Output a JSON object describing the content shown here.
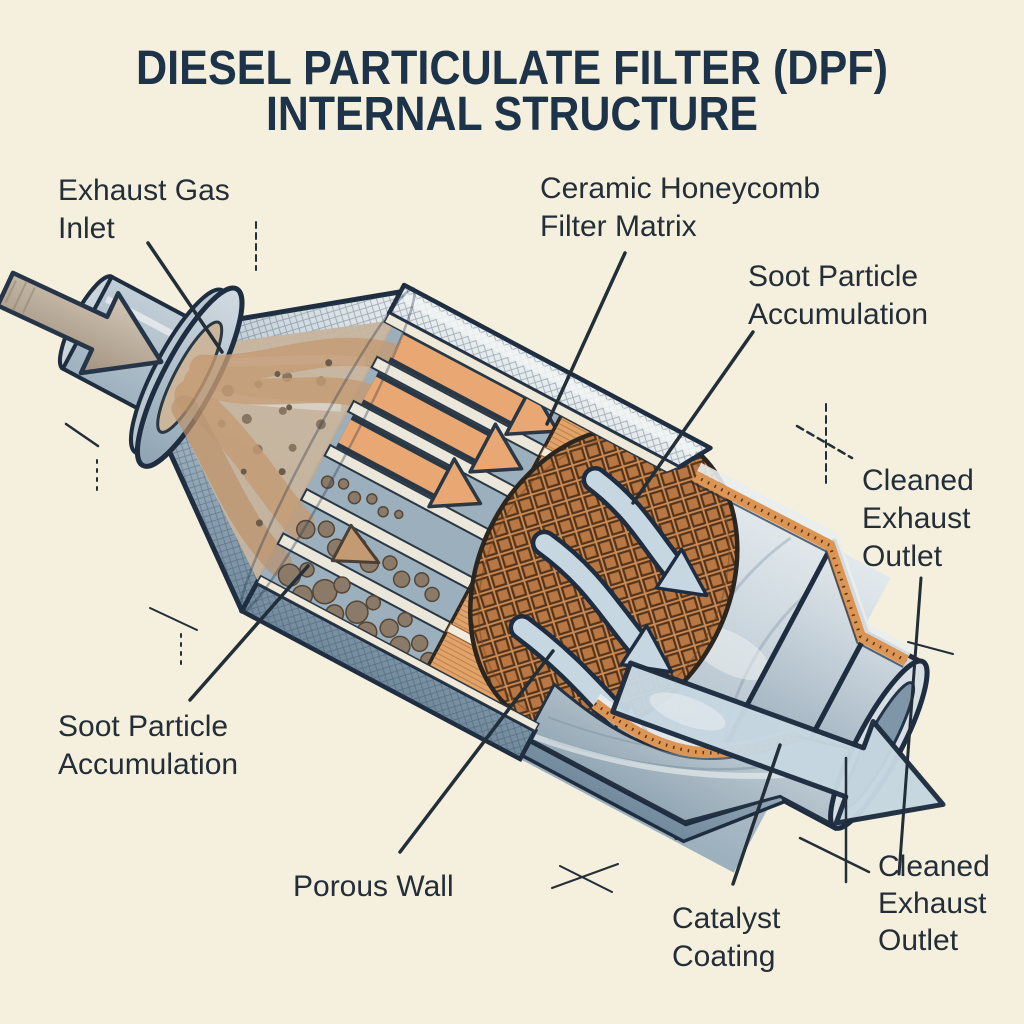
{
  "title": {
    "line1": "DIESEL PARTICULATE FILTER (DPF)",
    "line2": "INTERNAL STRUCTURE"
  },
  "labels": {
    "exhaust_gas_inlet": {
      "line1": "Exhaust Gas",
      "line2": "Inlet"
    },
    "ceramic_honeycomb_filter_matrix": {
      "line1": "Ceramic Honeycomb",
      "line2": "Filter Matrix"
    },
    "soot_particle_accumulation_top": {
      "line1": "Soot Particle",
      "line2": "Accumulation"
    },
    "cleaned_exhaust_outlet_right": {
      "line1": "Cleaned",
      "line2": "Exhaust",
      "line3": "Outlet"
    },
    "soot_particle_accumulation_left": {
      "line1": "Soot Particle",
      "line2": "Accumulation"
    },
    "porous_wall": {
      "line1": "Porous Wall"
    },
    "catalyst_coating": {
      "line1": "Catalyst",
      "line2": "Coating"
    },
    "cleaned_exhaust_outlet_bottom": {
      "line1": "Cleaned",
      "line2": "Exhaust",
      "line3": "Outlet"
    }
  },
  "colors": {
    "background": "#f5f0dd",
    "title": "#1d3349",
    "label": "#232e38",
    "outline": "#1e2d40",
    "steel_light": "#edf1f2",
    "steel_mid": "#9cafbd",
    "steel_dark": "#71899c",
    "honeycomb": "#cf8d55",
    "honeycomb_dark": "#b97743",
    "orange_arrow": "#e9a873",
    "blue_arrow": "#c6d7e1",
    "soot": "#8b7a67",
    "catalyst_strip": "#db9554",
    "inlet_arrow_tan": "#b5a491"
  }
}
